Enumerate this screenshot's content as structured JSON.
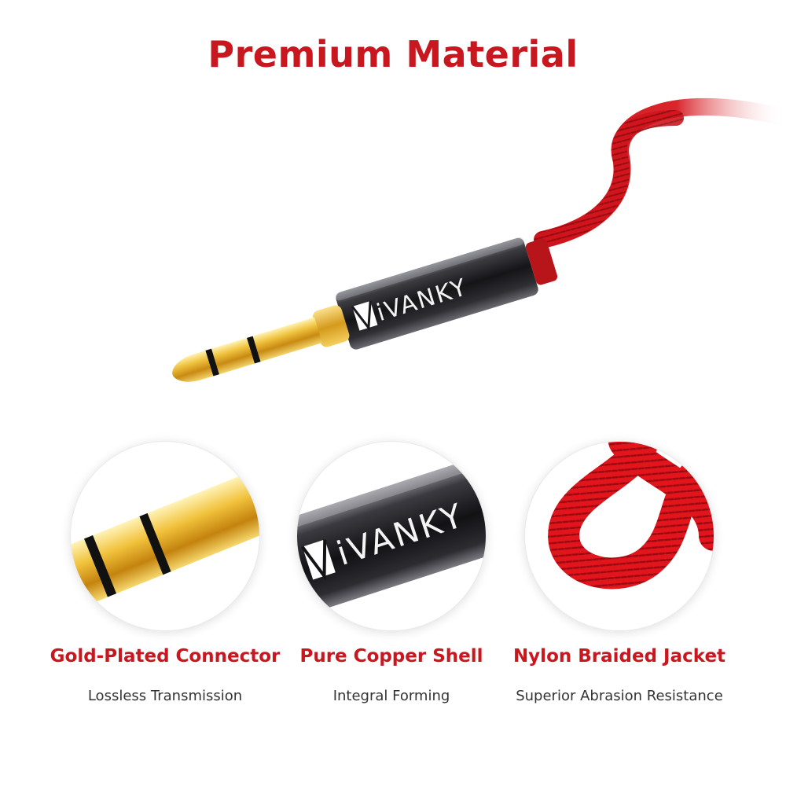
{
  "title": "Premium Material",
  "brand": "iVANKY",
  "colors": {
    "accent_red": "#c8171e",
    "gold": "#e9b93a",
    "shell_dark": "#2a2a2e"
  },
  "features": [
    {
      "title": "Gold-Plated Connector",
      "subtitle": "Lossless Transmission",
      "icon": "gold-plug-closeup"
    },
    {
      "title": "Pure Copper Shell",
      "subtitle": "Integral Forming",
      "icon": "metal-shell-closeup"
    },
    {
      "title": "Nylon Braided Jacket",
      "subtitle": "Superior Abrasion Resistance",
      "icon": "braided-cable-closeup"
    }
  ]
}
